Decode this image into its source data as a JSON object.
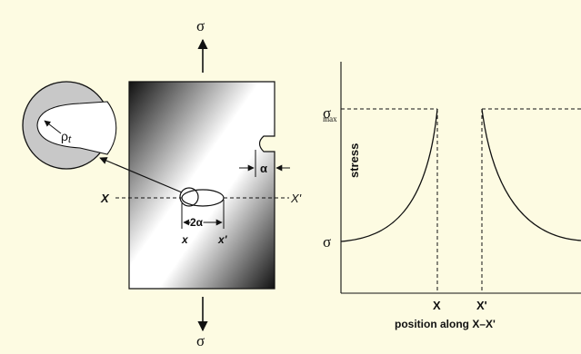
{
  "colors": {
    "background": "#fdfbe2",
    "ink": "#111111",
    "zoom_fill": "#c8c8c8",
    "gradient_dark": "#111111",
    "gradient_light": "#ffffff"
  },
  "specimen": {
    "sigma_top": "σ",
    "sigma_bottom": "σ",
    "x_left": "X",
    "x_right": "X'",
    "small_x": "x",
    "small_x_prime": "x'",
    "crack_length": "2α",
    "edge_notch": "α",
    "tip_radius_symbol": "ρ",
    "tip_radius_subscript": "t"
  },
  "plot": {
    "y_label": "stress",
    "x_label": "position along X–X'",
    "y_tick_sigma": "σ",
    "y_tick_sigma_max_symbol": "σ",
    "y_tick_sigma_max_subscript": "max",
    "x_tick_left": "X",
    "x_tick_right": "X'"
  }
}
